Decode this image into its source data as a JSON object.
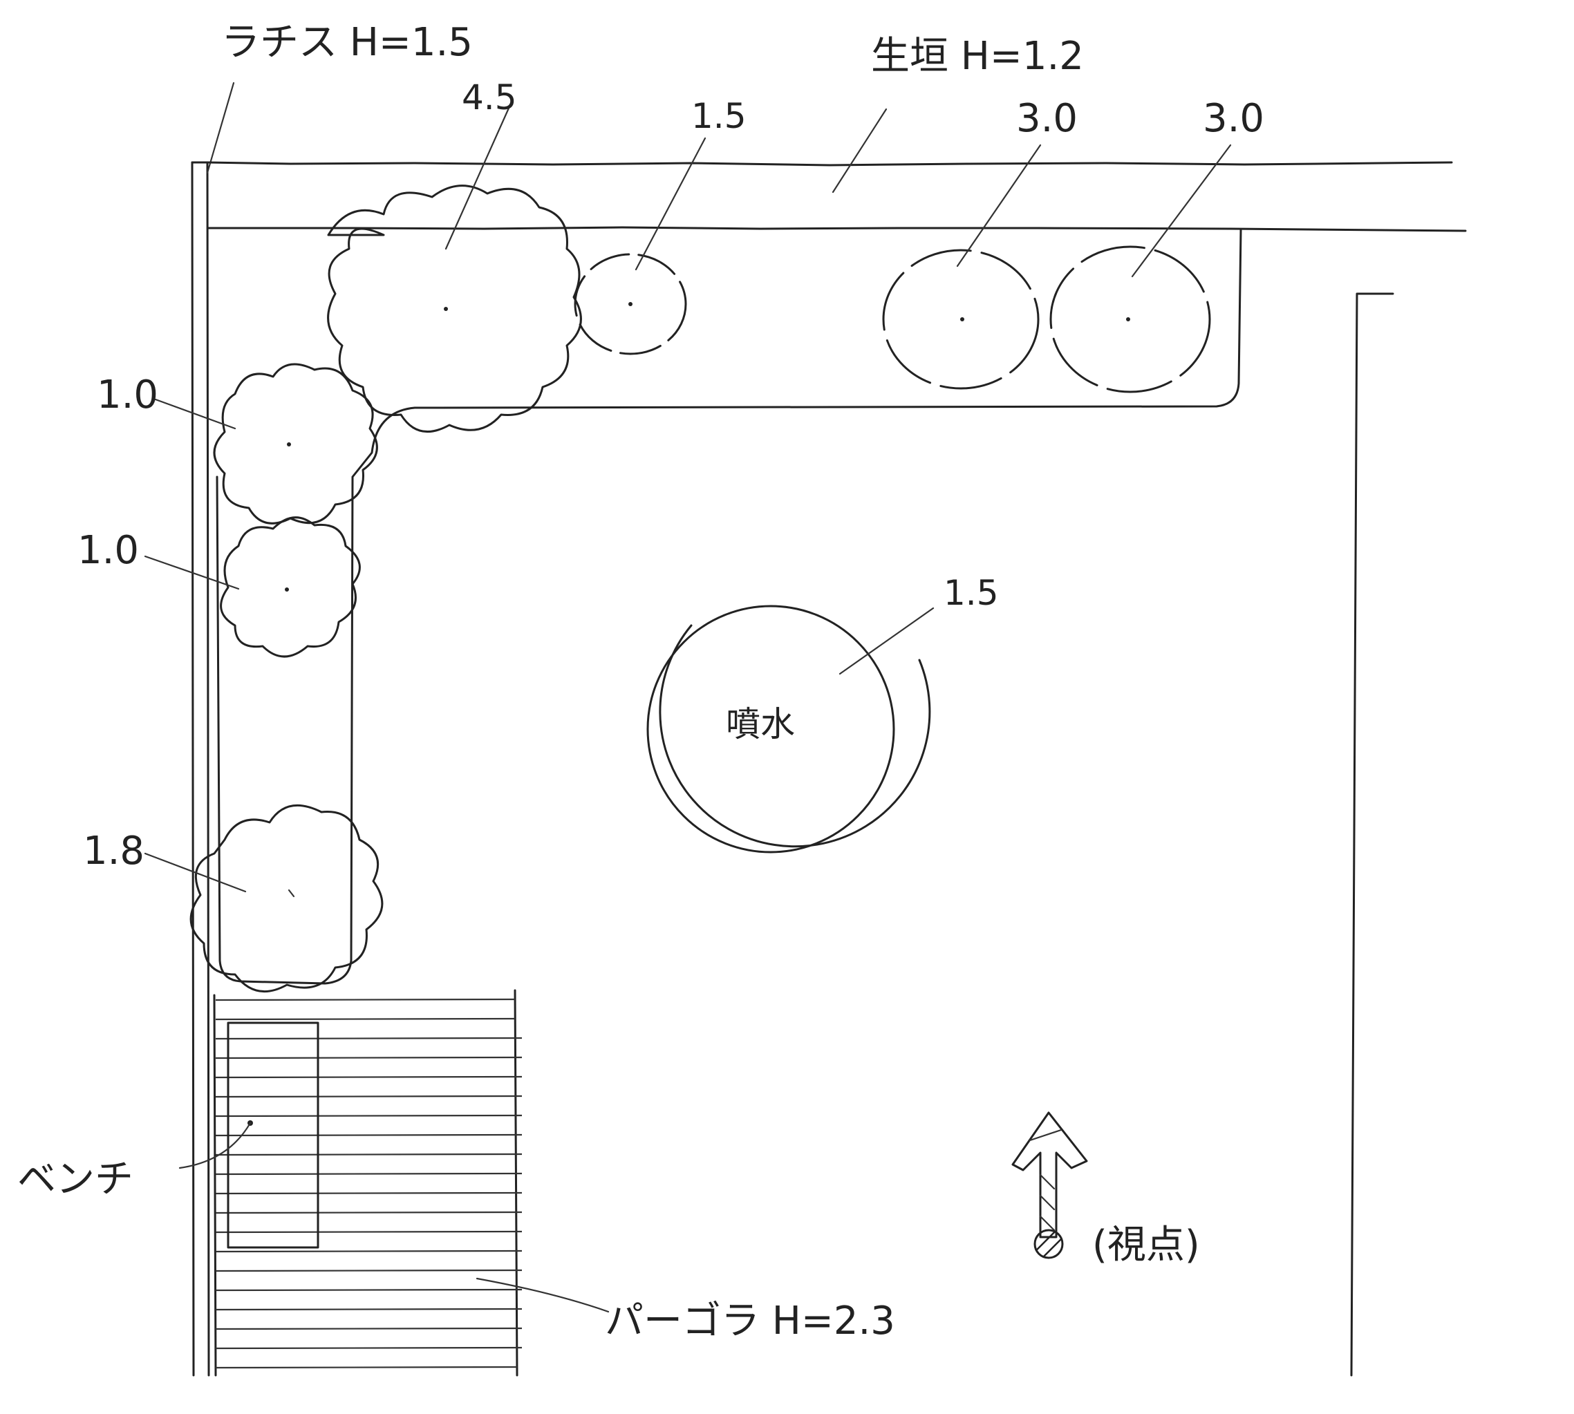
{
  "labels": {
    "lattice": "ラチス H=1.5",
    "hedge": "生垣 H=1.2",
    "tree_45": "4.5",
    "tree_15_top": "1.5",
    "tree_30_a": "3.0",
    "tree_30_b": "3.0",
    "tree_10_a": "1.0",
    "tree_10_b": "1.0",
    "tree_18": "1.8",
    "fountain_height": "1.5",
    "fountain": "噴水",
    "bench": "ベンチ",
    "pergola": "パーゴラ H=2.3",
    "viewpoint": "(視点)"
  }
}
